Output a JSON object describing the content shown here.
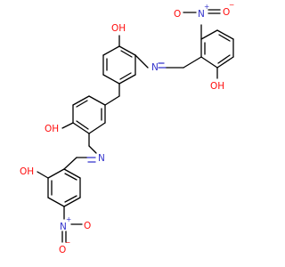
{
  "colors": {
    "bond": "#000000",
    "nitrogen": "#3333cc",
    "oxygen": "#ff0d0d",
    "carbon_heteroatom_text": "#000000"
  },
  "labels": {
    "hydroxyl": "OH",
    "imine_n": "N",
    "nitro_n": "N",
    "nitro_n_charge": "+",
    "oxygen": "O",
    "oxygen_charge": "−"
  }
}
